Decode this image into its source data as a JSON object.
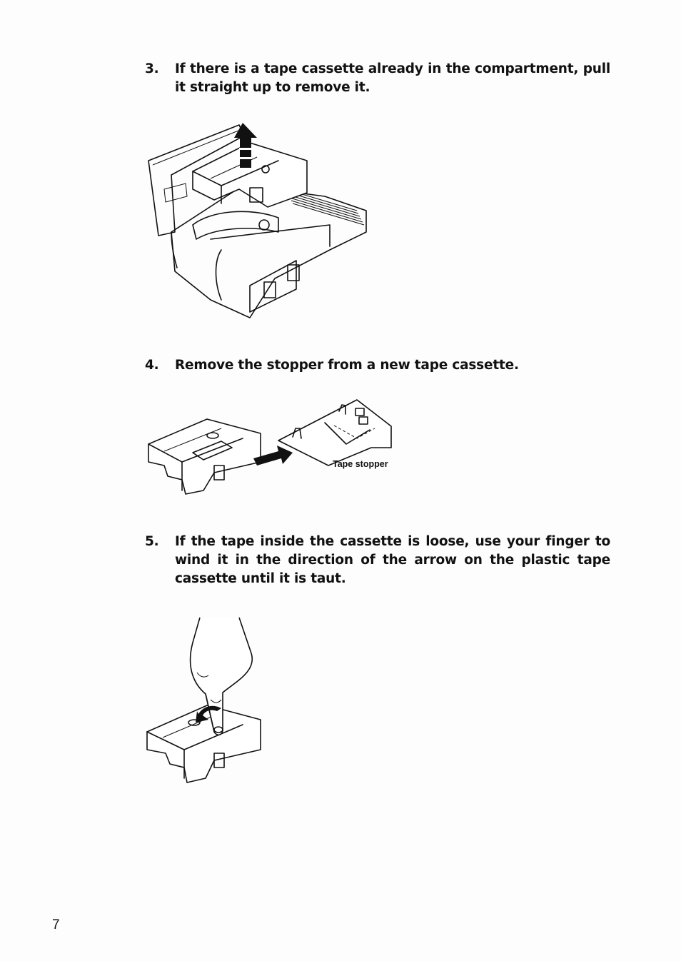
{
  "steps": [
    {
      "number": "3.",
      "text": "If there is a tape cassette already in the compartment, pull it straight up to remove it."
    },
    {
      "number": "4.",
      "text": "Remove the stopper from a new tape cassette."
    },
    {
      "number": "5.",
      "text": "If the tape inside the cassette is loose, use your finger to wind it in the direction of the arrow on the plastic tape cassette until it is taut."
    }
  ],
  "figures": {
    "stopper_label": "Tape stopper"
  },
  "page_number": "7",
  "icons": {
    "fig3": "lift-cassette-illustration",
    "fig4": "remove-stopper-illustration",
    "fig5": "wind-tape-illustration"
  }
}
